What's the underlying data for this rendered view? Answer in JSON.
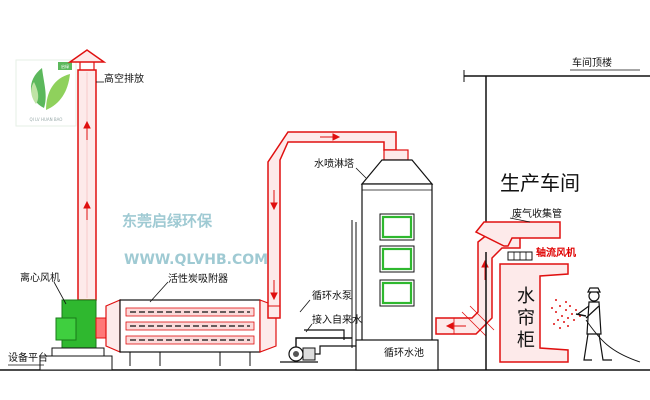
{
  "labels": {
    "exhaust": "高空排放",
    "workshop_roof": "车间顶楼",
    "workshop": "生产车间",
    "spray_tower": "水喷淋塔",
    "waste_gas_pipe": "废气收集管",
    "axial_fan": "轴流风机",
    "water_curtain": "水帘柜",
    "centrifugal_fan": "离心风机",
    "carbon_adsorber": "活性炭吸附器",
    "circulation_pump": "循环水泵",
    "tap_water": "接入自来水",
    "circulation_pool": "循环水池",
    "equipment_platform": "设备平台"
  },
  "watermark": {
    "company": "东莞启绿环保",
    "website": "WWW.QLVHB.COM"
  },
  "logo": {
    "badge": "启绿",
    "name": "QI LV HUAN BAO"
  },
  "colors": {
    "duct_stroke": "#e01010",
    "duct_fill": "#fdeaea",
    "fan_green": "#2fb82f",
    "logo_green": "#5cb85c",
    "watermark": "#7fb8c4",
    "line": "#111111"
  }
}
